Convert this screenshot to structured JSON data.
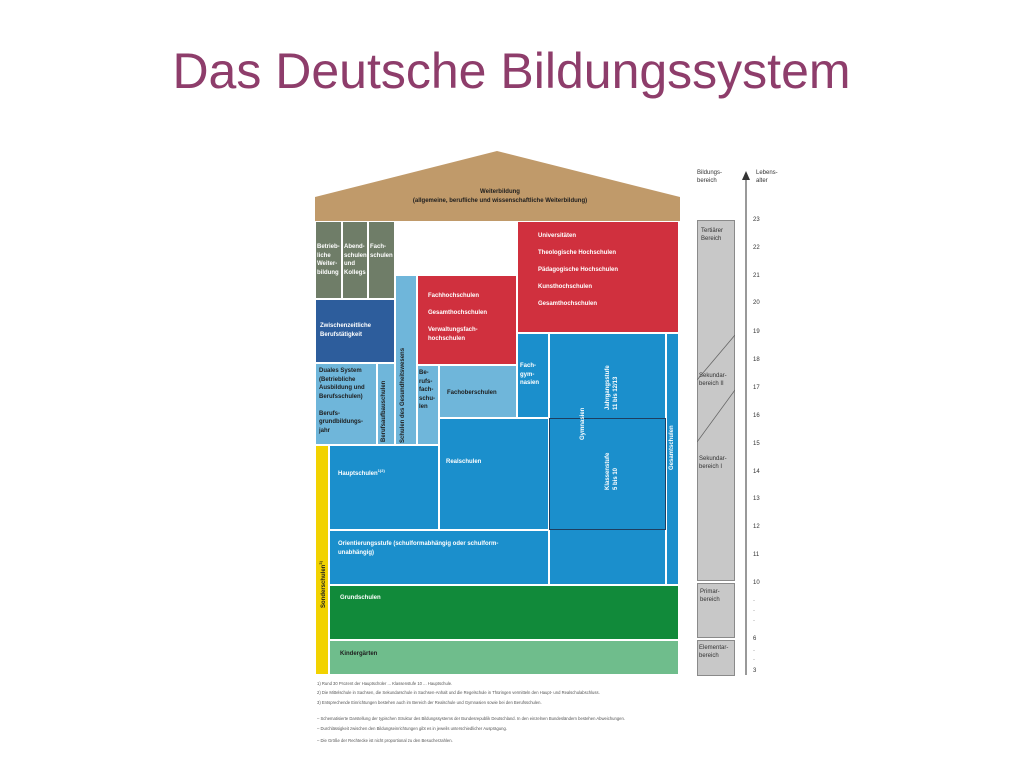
{
  "title": "Das Deutsche Bildungssystem",
  "colors": {
    "title": "#8e3d6b",
    "weiterbildung": "#c09a6a",
    "grey_green": "#6f7d68",
    "navy": "#2d5d9c",
    "light_blue": "#6fb6da",
    "red": "#d0303e",
    "blue": "#1b8fcc",
    "green": "#118a3a",
    "light_green": "#6fbd8c",
    "yellow": "#f2d200"
  },
  "header": {
    "weiterbildung": "Weiterbildung\n(allgemeine, berufliche und wissenschaftliche Weiterbildung)"
  },
  "boxes": {
    "betriebliche": "Betrieb-\nliche\nWeiter-\nbildung",
    "abendschulen": "Abend-\nschulen\nund\nKollegs",
    "fachschulen": "Fach-\nschulen",
    "universitaeten": "Universitäten\n\nTheologische Hochschulen\n\nPädagogische Hochschulen\n\nKunsthochschulen\n\nGesamthochschulen",
    "fachhochschulen": "Fachhochschulen\n\nGesamthochschulen\n\nVerwaltungsfach-\nhochschulen",
    "zwischenzeitliche": "Zwischenzeitliche\nBerufstätigkeit",
    "duales": "Duales System\n(Betriebliche\nAusbildung und\nBerufsschulen)\n\nBerufs-\ngrundbildungs-\njahr",
    "berufsaufbauschulen": "Berufsaufbauschulen",
    "schulen_gesundheitswesen": "Schulen des Gesundheitswesens",
    "berufsfachschulen": "Be-\nrufs-\nfach-\nschu-\nlen",
    "fachoberschulen": "Fachoberschulen",
    "fachgymnasien": "Fach-\ngym-\nnasien",
    "gymnasien": "Gymnasien",
    "jahrgangsstufe": "Jahrgangsstufe\n11 bis 12/13",
    "klassenstufe": "Klassenstufe\n5 bis 10",
    "gesamtschulen": "Gesamtschulen",
    "hauptschulen": "Hauptschulen",
    "hauptschulen_note": "1)2)",
    "realschulen": "Realschulen",
    "orientierungsstufe": "Orientierungsstufe (schulformabhängig oder schulform-\nunabhängig)",
    "sonderschulen": "Sonderschulen",
    "sonderschulen_note": "3)",
    "grundschulen": "Grundschulen",
    "kindergaerten": "Kindergärten"
  },
  "sidebar": {
    "bildungsbereich_header": "Bildungs-\nbereich",
    "lebensalter_header": "Lebens-\nalter",
    "tertiaer": "Tertiärer\nBereich",
    "sekundar2": "Sekundar-\nbereich II",
    "sekundar1": "Sekundar-\nbereich I",
    "primar": "Primar-\nbereich",
    "elementar": "Elementar-\nbereich"
  },
  "ages": [
    "23",
    "22",
    "21",
    "20",
    "19",
    "18",
    "17",
    "16",
    "15",
    "14",
    "13",
    "12",
    "11",
    "10",
    "·",
    "·",
    "·",
    "6",
    "·",
    "·",
    "3"
  ],
  "footnotes": [
    "1)  Rund 30 Prozent der Hauptschüler ... Klassenstufe 10 ... Hauptschule.",
    "2)  Die Mittelschule in Sachsen, die Sekundarschule in Sachsen-Anhalt und die Regelschule in Thüringen vermitteln den Haupt- und Realschulabschluss.",
    "3)  Entsprechende Einrichtungen bestehen auch im Bereich der Realschule und Gymnasien sowie bei den Berufsschulen.",
    "–  Schematisierte Darstellung der typischen Struktur des Bildungssystems der Bundesrepublik Deutschland. In den einzelnen Bundesländern bestehen Abweichungen.",
    "–  Durchlässigkeit zwischen den Bildungseinrichtungen gibt es in jeweils unterschiedlicher Ausprägung.",
    "–  Die Größe der Rechtecke ist nicht proportional zu den Besucherzahlen."
  ]
}
